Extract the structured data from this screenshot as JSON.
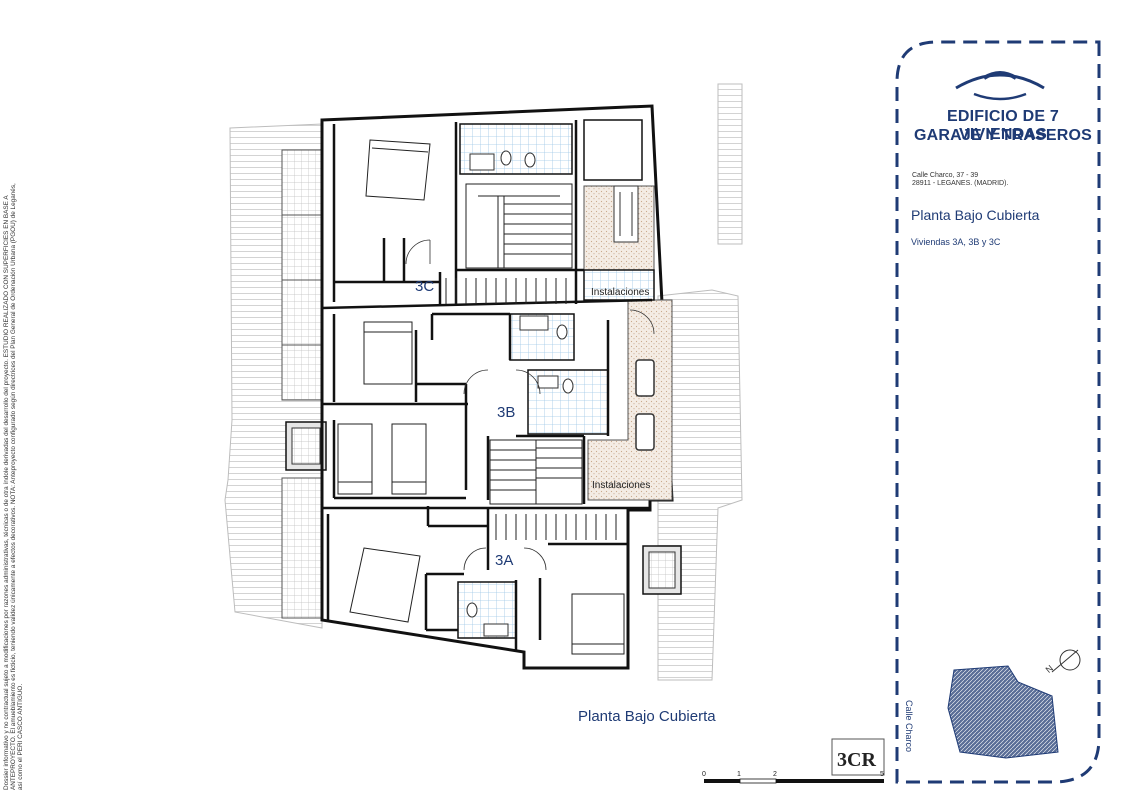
{
  "disclaimer": {
    "line1": "Dossier informativo y no contractual sujeto a modificaciones por razones administrativas, técnicas o de otra índole derivadas del desarrollo del proyecto. ESTUDIO REALIZADO CON SUPERFICIES EN BASE A",
    "line2": "ANTEPROYECTO. El amueblamiento es ficticio, teniendo validez únicamente a efectos decorativos. NOTA: Anteproyecto configurado según directrices del Plan General de Ordenación Urbana (PGOU) de Leganés,",
    "line3": "así como el PERI CASCO ANTIGUO."
  },
  "plan": {
    "units": [
      "3C",
      "3B",
      "3A"
    ],
    "installations_top": "Instalaciones",
    "installations_bottom": "Instalaciones",
    "caption": "Planta Bajo Cubierta"
  },
  "title_block": {
    "title_line1": "EDIFICIO DE 7 VIVIENDAS",
    "title_line2": "GARAJE Y TRASEROS",
    "address_line1": "Calle Charco, 37 - 39",
    "address_line2": "28911 - LEGANES. (MADRID).",
    "sheet_title": "Planta Bajo Cubierta",
    "sheet_subtitle": "Viviendas 3A, 3B y 3C",
    "street_label": "Calle Charco",
    "north_label": "N"
  },
  "scale_bar": {
    "labels": [
      "0",
      "1",
      "2",
      "5"
    ]
  },
  "colors": {
    "brand_blue": "#1f3b75",
    "wall": "#111111",
    "tile": "#9ec7e6",
    "hatch": "#d9c6b3"
  }
}
